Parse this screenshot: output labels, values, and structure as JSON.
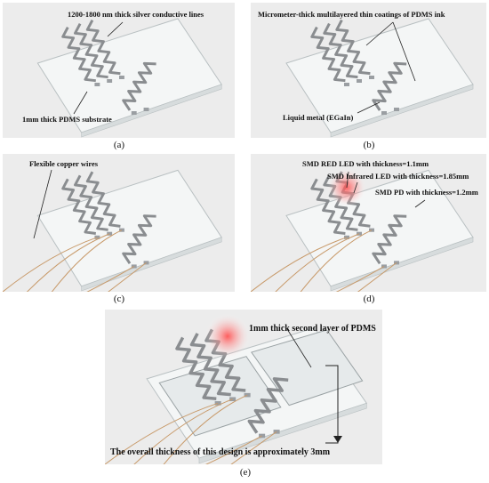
{
  "panels": {
    "a": {
      "caption": "(a)",
      "label_lines": "1200-1800 nm thick silver conductive lines",
      "label_substrate": "1mm thick PDMS substrate"
    },
    "b": {
      "caption": "(b)",
      "label_coatings": "Micrometer-thick multilayered thin coatings of PDMS ink",
      "label_metal": "Liquid metal (EGaIn)"
    },
    "c": {
      "caption": "(c)",
      "label_wires": "Flexible copper wires"
    },
    "d": {
      "caption": "(d)",
      "label_red_led": "SMD RED LED with thickness=1.1mm",
      "label_ir_led": "SMD Infrared LED with thickness=1.85mm",
      "label_pd": "SMD PD with thickness=1.2mm"
    },
    "e": {
      "caption": "(e)",
      "label_layer": "1mm thick second layer of PDMS",
      "label_thickness": "The overall thickness of this design is approximately 3mm"
    }
  },
  "colors": {
    "panel_bg": "#ececec",
    "glass_fill": "#f4f6f6",
    "glass_edge": "#b9c0c2",
    "silver_line": "#8a8d90",
    "wire": "#c89a6a",
    "led_glow": "#ff6a6a"
  }
}
